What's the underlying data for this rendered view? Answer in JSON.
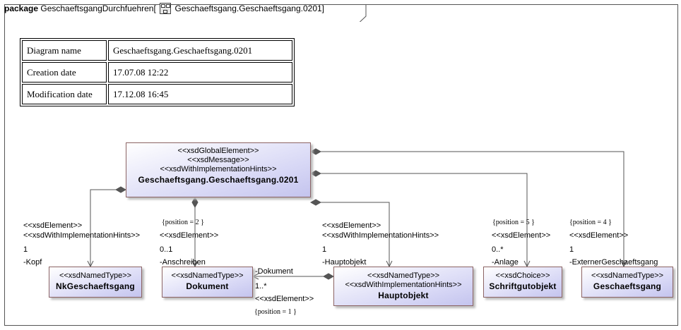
{
  "header": {
    "keyword": "package",
    "package_name": "GeschaeftsgangDurchfuehren",
    "open_bracket": "[",
    "diagram_name": "Geschaeftsgang.Geschaeftsgang.0201",
    "close_bracket": "]"
  },
  "info_table": {
    "rows": [
      {
        "label": "Diagram name",
        "value": "Geschaeftsgang.Geschaeftsgang.0201"
      },
      {
        "label": "Creation date",
        "value": "17.07.08 12:22"
      },
      {
        "label": "Modification date",
        "value": "17.12.08 16:45"
      }
    ]
  },
  "classes": {
    "main": {
      "stereotypes": [
        "<<xsdGlobalElement>>",
        "<<xsdMessage>>",
        "<<xsdWithImplementationHints>>"
      ],
      "name": "Geschaeftsgang.Geschaeftsgang.0201"
    },
    "nk": {
      "stereotypes": [
        "<<xsdNamedType>>"
      ],
      "name": "NkGeschaeftsgang"
    },
    "dokument": {
      "stereotypes": [
        "<<xsdNamedType>>"
      ],
      "name": "Dokument"
    },
    "hauptobjekt": {
      "stereotypes": [
        "<<xsdNamedType>>",
        "<<xsdWithImplementationHints>>"
      ],
      "name": "Hauptobjekt"
    },
    "schriftgut": {
      "stereotypes": [
        "<<xsdChoice>>"
      ],
      "name": "Schriftgutobjekt"
    },
    "geschaeftsgang": {
      "stereotypes": [
        "<<xsdNamedType>>"
      ],
      "name": "Geschaeftsgang"
    }
  },
  "associations": {
    "kopf": {
      "stereo1": "<<xsdElement>>",
      "stereo2": "<<xsdWithImplementationHints>>",
      "mult": "1",
      "role": "-Kopf"
    },
    "anschreiben": {
      "position": "{position = 2   }",
      "stereo": "<<xsdElement>>",
      "mult": "0..1",
      "role": "-Anschreiben"
    },
    "hauptobjekt": {
      "stereo1": "<<xsdElement>>",
      "stereo2": "<<xsdWithImplementationHints>>",
      "mult": "1",
      "role": "-Hauptobjekt"
    },
    "anlage": {
      "position": "{position = 5   }",
      "stereo": "<<xsdElement>>",
      "mult": "0..*",
      "role": "-Anlage"
    },
    "externer": {
      "position": "{position = 4   }",
      "stereo": "<<xsdElement>>",
      "mult": "1",
      "role": "-ExternerGeschaeftsgang"
    },
    "dokument": {
      "role": "-Dokument",
      "mult": "1..*",
      "stereo": "<<xsdElement>>",
      "position": "{position = 1   }"
    }
  }
}
